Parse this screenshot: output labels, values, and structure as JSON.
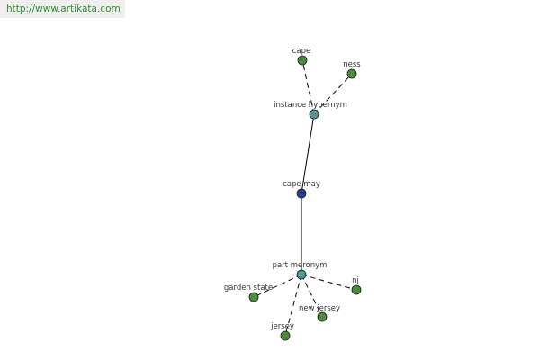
{
  "header": {
    "url": "http://www.artikata.com"
  },
  "colors": {
    "leaf": "#4e8b3c",
    "relation": "#4f9796",
    "focus": "#2e3f8c",
    "url_text": "#2a8f2a"
  },
  "nodes": [
    {
      "id": "cape_may",
      "label": "cape may",
      "kind": "focus"
    },
    {
      "id": "instance_hypernym",
      "label": "instance hypernym",
      "kind": "relation"
    },
    {
      "id": "part_meronym",
      "label": "part meronym",
      "kind": "relation"
    },
    {
      "id": "cape",
      "label": "cape",
      "kind": "leaf"
    },
    {
      "id": "ness",
      "label": "ness",
      "kind": "leaf"
    },
    {
      "id": "garden_state",
      "label": "garden state",
      "kind": "leaf"
    },
    {
      "id": "jersey",
      "label": "jersey",
      "kind": "leaf"
    },
    {
      "id": "new_jersey",
      "label": "new jersey",
      "kind": "leaf"
    },
    {
      "id": "nj",
      "label": "nj",
      "kind": "leaf"
    }
  ],
  "edges": [
    {
      "from": "cape_may",
      "to": "instance_hypernym",
      "style": "solid"
    },
    {
      "from": "cape_may",
      "to": "part_meronym",
      "style": "solid"
    },
    {
      "from": "instance_hypernym",
      "to": "cape",
      "style": "dashed"
    },
    {
      "from": "instance_hypernym",
      "to": "ness",
      "style": "dashed"
    },
    {
      "from": "part_meronym",
      "to": "garden_state",
      "style": "dashed"
    },
    {
      "from": "part_meronym",
      "to": "jersey",
      "style": "dashed"
    },
    {
      "from": "part_meronym",
      "to": "new_jersey",
      "style": "dashed"
    },
    {
      "from": "part_meronym",
      "to": "nj",
      "style": "dashed"
    }
  ]
}
